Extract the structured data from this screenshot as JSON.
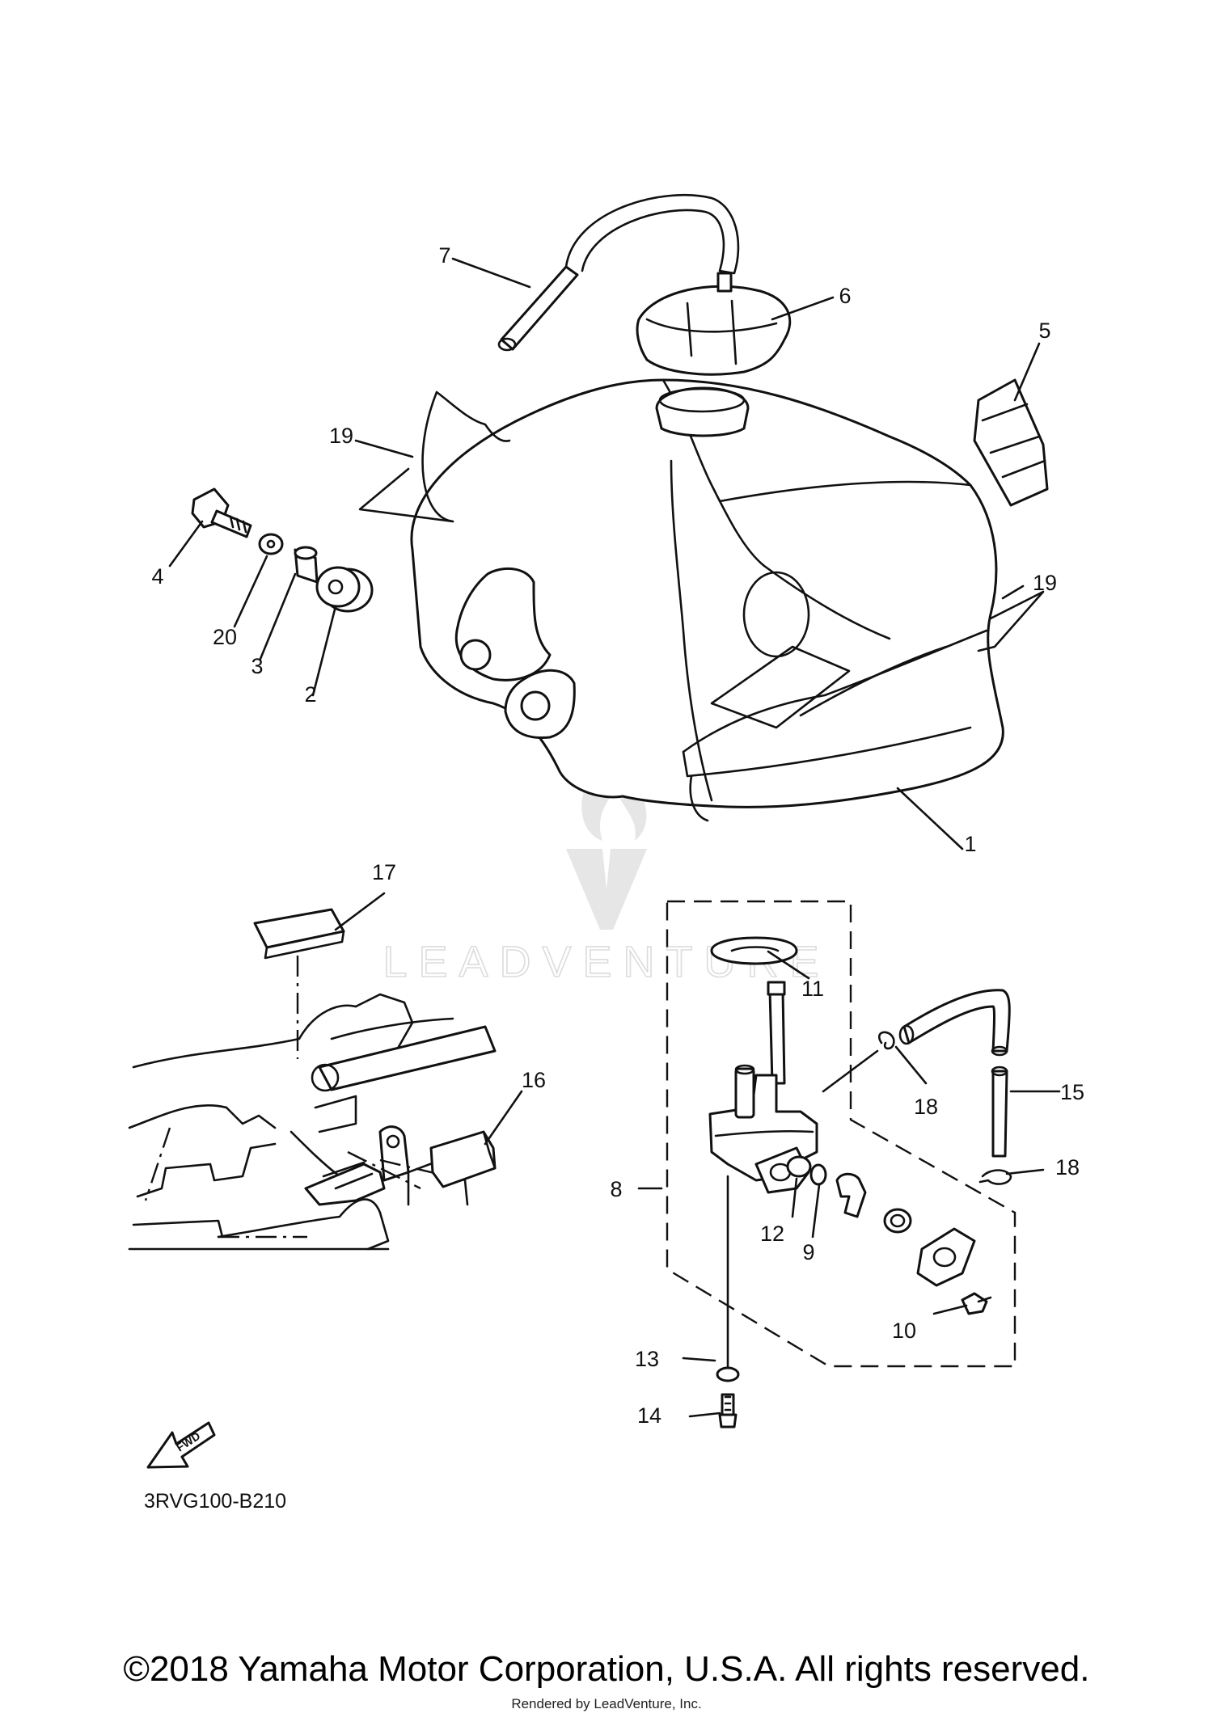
{
  "diagram": {
    "part_numbers": {
      "p1": "1",
      "p2": "2",
      "p3": "3",
      "p4": "4",
      "p5": "5",
      "p6": "6",
      "p7": "7",
      "p8": "8",
      "p9": "9",
      "p10": "10",
      "p11": "11",
      "p12": "12",
      "p13": "13",
      "p14": "14",
      "p15": "15",
      "p16": "16",
      "p17": "17",
      "p18a": "18",
      "p18b": "18",
      "p19a": "19",
      "p19b": "19",
      "p20": "20"
    },
    "reference_code": "3RVG100-B210",
    "fwd_label": "FWD",
    "watermark_text": "LEADVENTURE"
  },
  "footer": {
    "copyright": "©2018 Yamaha Motor Corporation, U.S.A. All rights reserved.",
    "rendered_by": "Rendered by LeadVenture, Inc."
  }
}
